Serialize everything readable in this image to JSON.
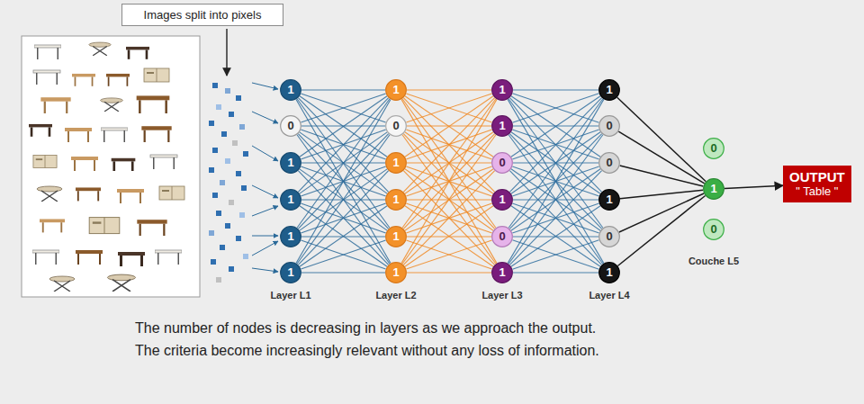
{
  "diagram": {
    "nodes": [
      {
        "text": [
          "Images split into pixels"
        ]
      },
      {
        "text": [
          "1"
        ]
      },
      {
        "text": [
          "0"
        ]
      },
      {
        "text": [
          "1"
        ]
      },
      {
        "text": [
          "1"
        ]
      },
      {
        "text": [
          "1"
        ]
      },
      {
        "text": [
          "1"
        ]
      },
      {
        "text": [
          "1"
        ]
      },
      {
        "text": [
          "0"
        ]
      },
      {
        "text": [
          "1"
        ]
      },
      {
        "text": [
          "1"
        ]
      },
      {
        "text": [
          "1"
        ]
      },
      {
        "text": [
          "1"
        ]
      },
      {
        "text": [
          "1"
        ]
      },
      {
        "text": [
          "1"
        ]
      },
      {
        "text": [
          "0"
        ]
      },
      {
        "text": [
          "1"
        ]
      },
      {
        "text": [
          "0"
        ]
      },
      {
        "text": [
          "1"
        ]
      },
      {
        "text": [
          "1"
        ]
      },
      {
        "text": [
          "0"
        ]
      },
      {
        "text": [
          "0"
        ]
      },
      {
        "text": [
          "1"
        ]
      },
      {
        "text": [
          "0"
        ]
      },
      {
        "text": [
          "1"
        ]
      },
      {
        "text": [
          "0"
        ]
      },
      {
        "text": [
          "1"
        ]
      },
      {
        "text": [
          "0"
        ]
      },
      {
        "text": [
          "OUTPUT",
          "\" Table \""
        ]
      }
    ],
    "edges": [
      {
        "from": 1,
        "to": 7,
        "arrow": "none"
      },
      {
        "from": 1,
        "to": 8,
        "arrow": "none"
      },
      {
        "from": 1,
        "to": 9,
        "arrow": "none"
      },
      {
        "from": 1,
        "to": 10,
        "arrow": "none"
      },
      {
        "from": 1,
        "to": 11,
        "arrow": "none"
      },
      {
        "from": 1,
        "to": 12,
        "arrow": "none"
      },
      {
        "from": 2,
        "to": 7,
        "arrow": "none"
      },
      {
        "from": 2,
        "to": 8,
        "arrow": "none"
      },
      {
        "from": 2,
        "to": 9,
        "arrow": "none"
      },
      {
        "from": 2,
        "to": 10,
        "arrow": "none"
      },
      {
        "from": 2,
        "to": 11,
        "arrow": "none"
      },
      {
        "from": 2,
        "to": 12,
        "arrow": "none"
      },
      {
        "from": 3,
        "to": 7,
        "arrow": "none"
      },
      {
        "from": 3,
        "to": 8,
        "arrow": "none"
      },
      {
        "from": 3,
        "to": 9,
        "arrow": "none"
      },
      {
        "from": 3,
        "to": 10,
        "arrow": "none"
      },
      {
        "from": 3,
        "to": 11,
        "arrow": "none"
      },
      {
        "from": 3,
        "to": 12,
        "arrow": "none"
      },
      {
        "from": 4,
        "to": 7,
        "arrow": "none"
      },
      {
        "from": 4,
        "to": 8,
        "arrow": "none"
      },
      {
        "from": 4,
        "to": 9,
        "arrow": "none"
      },
      {
        "from": 4,
        "to": 10,
        "arrow": "none"
      },
      {
        "from": 4,
        "to": 11,
        "arrow": "none"
      },
      {
        "from": 4,
        "to": 12,
        "arrow": "none"
      },
      {
        "from": 5,
        "to": 7,
        "arrow": "none"
      },
      {
        "from": 5,
        "to": 8,
        "arrow": "none"
      },
      {
        "from": 5,
        "to": 9,
        "arrow": "none"
      },
      {
        "from": 5,
        "to": 10,
        "arrow": "none"
      },
      {
        "from": 5,
        "to": 11,
        "arrow": "none"
      },
      {
        "from": 5,
        "to": 12,
        "arrow": "none"
      },
      {
        "from": 6,
        "to": 7,
        "arrow": "none"
      },
      {
        "from": 6,
        "to": 8,
        "arrow": "none"
      },
      {
        "from": 6,
        "to": 9,
        "arrow": "none"
      },
      {
        "from": 6,
        "to": 10,
        "arrow": "none"
      },
      {
        "from": 6,
        "to": 11,
        "arrow": "none"
      },
      {
        "from": 6,
        "to": 12,
        "arrow": "none"
      },
      {
        "from": 7,
        "to": 13,
        "arrow": "none"
      },
      {
        "from": 7,
        "to": 14,
        "arrow": "none"
      },
      {
        "from": 7,
        "to": 15,
        "arrow": "none"
      },
      {
        "from": 7,
        "to": 16,
        "arrow": "none"
      },
      {
        "from": 7,
        "to": 17,
        "arrow": "none"
      },
      {
        "from": 7,
        "to": 18,
        "arrow": "none"
      },
      {
        "from": 8,
        "to": 13,
        "arrow": "none"
      },
      {
        "from": 8,
        "to": 14,
        "arrow": "none"
      },
      {
        "from": 8,
        "to": 15,
        "arrow": "none"
      },
      {
        "from": 8,
        "to": 16,
        "arrow": "none"
      },
      {
        "from": 8,
        "to": 17,
        "arrow": "none"
      },
      {
        "from": 8,
        "to": 18,
        "arrow": "none"
      },
      {
        "from": 9,
        "to": 13,
        "arrow": "none"
      },
      {
        "from": 9,
        "to": 14,
        "arrow": "none"
      },
      {
        "from": 9,
        "to": 15,
        "arrow": "none"
      },
      {
        "from": 9,
        "to": 16,
        "arrow": "none"
      },
      {
        "from": 9,
        "to": 17,
        "arrow": "none"
      },
      {
        "from": 9,
        "to": 18,
        "arrow": "none"
      },
      {
        "from": 10,
        "to": 13,
        "arrow": "none"
      },
      {
        "from": 10,
        "to": 14,
        "arrow": "none"
      },
      {
        "from": 10,
        "to": 15,
        "arrow": "none"
      },
      {
        "from": 10,
        "to": 16,
        "arrow": "none"
      },
      {
        "from": 10,
        "to": 17,
        "arrow": "none"
      },
      {
        "from": 10,
        "to": 18,
        "arrow": "none"
      },
      {
        "from": 11,
        "to": 13,
        "arrow": "none"
      },
      {
        "from": 11,
        "to": 14,
        "arrow": "none"
      },
      {
        "from": 11,
        "to": 15,
        "arrow": "none"
      },
      {
        "from": 11,
        "to": 16,
        "arrow": "none"
      },
      {
        "from": 11,
        "to": 17,
        "arrow": "none"
      },
      {
        "from": 11,
        "to": 18,
        "arrow": "none"
      },
      {
        "from": 12,
        "to": 13,
        "arrow": "none"
      },
      {
        "from": 12,
        "to": 14,
        "arrow": "none"
      },
      {
        "from": 12,
        "to": 15,
        "arrow": "none"
      },
      {
        "from": 12,
        "to": 16,
        "arrow": "none"
      },
      {
        "from": 12,
        "to": 17,
        "arrow": "none"
      },
      {
        "from": 12,
        "to": 18,
        "arrow": "none"
      },
      {
        "from": 13,
        "to": 19,
        "arrow": "none"
      },
      {
        "from": 13,
        "to": 20,
        "arrow": "none"
      },
      {
        "from": 13,
        "to": 21,
        "arrow": "none"
      },
      {
        "from": 13,
        "to": 22,
        "arrow": "none"
      },
      {
        "from": 13,
        "to": 23,
        "arrow": "none"
      },
      {
        "from": 13,
        "to": 24,
        "arrow": "none"
      },
      {
        "from": 14,
        "to": 19,
        "arrow": "none"
      },
      {
        "from": 14,
        "to": 20,
        "arrow": "none"
      },
      {
        "from": 14,
        "to": 21,
        "arrow": "none"
      },
      {
        "from": 14,
        "to": 22,
        "arrow": "none"
      },
      {
        "from": 14,
        "to": 23,
        "arrow": "none"
      },
      {
        "from": 14,
        "to": 24,
        "arrow": "none"
      },
      {
        "from": 15,
        "to": 19,
        "arrow": "none"
      },
      {
        "from": 15,
        "to": 20,
        "arrow": "none"
      },
      {
        "from": 15,
        "to": 21,
        "arrow": "none"
      },
      {
        "from": 15,
        "to": 22,
        "arrow": "none"
      },
      {
        "from": 15,
        "to": 23,
        "arrow": "none"
      },
      {
        "from": 15,
        "to": 24,
        "arrow": "none"
      },
      {
        "from": 16,
        "to": 19,
        "arrow": "none"
      },
      {
        "from": 16,
        "to": 20,
        "arrow": "none"
      },
      {
        "from": 16,
        "to": 21,
        "arrow": "none"
      },
      {
        "from": 16,
        "to": 22,
        "arrow": "none"
      },
      {
        "from": 16,
        "to": 23,
        "arrow": "none"
      },
      {
        "from": 16,
        "to": 24,
        "arrow": "none"
      },
      {
        "from": 17,
        "to": 19,
        "arrow": "none"
      },
      {
        "from": 17,
        "to": 20,
        "arrow": "none"
      },
      {
        "from": 17,
        "to": 21,
        "arrow": "none"
      },
      {
        "from": 17,
        "to": 22,
        "arrow": "none"
      },
      {
        "from": 17,
        "to": 23,
        "arrow": "none"
      },
      {
        "from": 17,
        "to": 24,
        "arrow": "none"
      },
      {
        "from": 18,
        "to": 19,
        "arrow": "none"
      },
      {
        "from": 18,
        "to": 20,
        "arrow": "none"
      },
      {
        "from": 18,
        "to": 21,
        "arrow": "none"
      },
      {
        "from": 18,
        "to": 22,
        "arrow": "none"
      },
      {
        "from": 18,
        "to": 23,
        "arrow": "none"
      },
      {
        "from": 18,
        "to": 24,
        "arrow": "none"
      },
      {
        "from": 19,
        "to": 26,
        "arrow": "none"
      },
      {
        "from": 20,
        "to": 26,
        "arrow": "none"
      },
      {
        "from": 21,
        "to": 26,
        "arrow": "none"
      },
      {
        "from": 22,
        "to": 26,
        "arrow": "none"
      },
      {
        "from": 23,
        "to": 26,
        "arrow": "none"
      },
      {
        "from": 24,
        "to": 26,
        "arrow": "none"
      },
      {
        "from": 26,
        "to": 28,
        "arrow": "to"
      }
    ],
    "labels": [
      "Layer L1",
      "Layer L2",
      "Layer L3",
      "Layer L4",
      "Couche L5",
      "The number of nodes is decreasing in layers as we approach the output.",
      "The criteria become increasingly relevant without any loss of information."
    ]
  }
}
